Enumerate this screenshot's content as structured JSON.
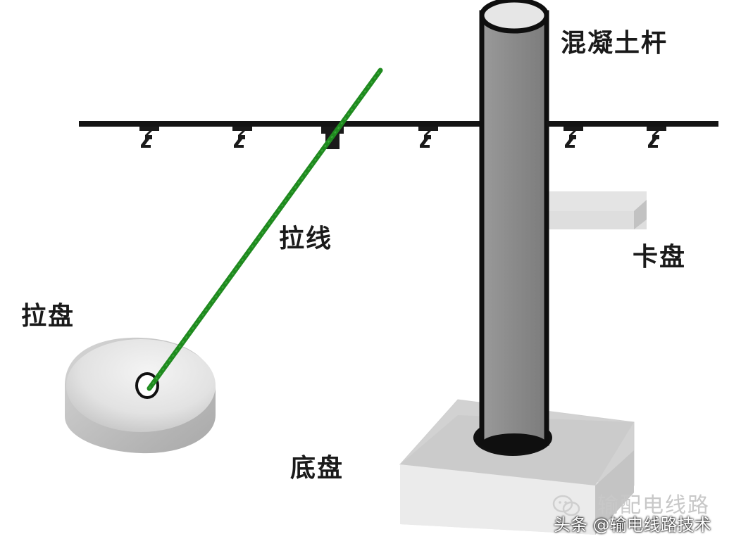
{
  "labels": {
    "pole": "混凝土杆",
    "guy_wire": "拉线",
    "anchor_plate": "拉盘",
    "chuck_plate": "卡盘",
    "base_plate": "底盘"
  },
  "watermark": {
    "text": "输配电线路",
    "icon": "wechat-icon"
  },
  "credit": "头条 @输电线路技术",
  "colors": {
    "guy_wire": "#1f8a1f",
    "pole_fill": "#8c8c8c",
    "outline": "#111111",
    "plate_light": "#ececec",
    "plate_shadow": "#bdbdbd"
  }
}
